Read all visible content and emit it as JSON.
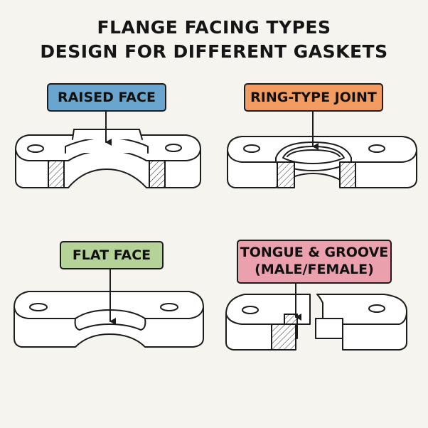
{
  "title": {
    "line1": "FLANGE FACING TYPES",
    "line2": "DESIGN FOR DIFFERENT GASKETS"
  },
  "facings": [
    {
      "label": "RAISED FACE",
      "color": "#6aa5cf"
    },
    {
      "label": "RING-TYPE JOINT",
      "color": "#f39c61"
    },
    {
      "label": "FLAT FACE",
      "color": "#b5d398"
    },
    {
      "label": "TONGUE & GROOVE",
      "label2": "(MALE/FEMALE)",
      "color": "#eaa0ad"
    }
  ],
  "colors": {
    "line": "#1c1c1c",
    "background": "#f6f4ef",
    "flange_fill": "#ffffff"
  }
}
